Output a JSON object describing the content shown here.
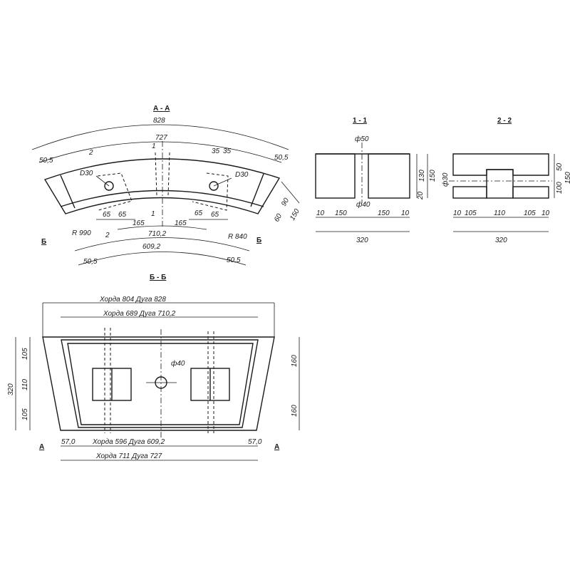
{
  "view_aa": {
    "title": "А - А",
    "dims": {
      "outer_arc": "828",
      "mid_arc": "727",
      "left_end": "50,5",
      "right_end": "50,5",
      "hole_left": "D30",
      "hole_right": "D30",
      "d35a": "35",
      "d35b": "35",
      "d65a": "65",
      "d65b": "65",
      "d65c": "65",
      "d65d": "65",
      "d165a": "165",
      "d165b": "165",
      "arc_710": "710,2",
      "arc_609": "609,2",
      "bot_left": "50,5",
      "bot_right": "50,5",
      "r_990": "R 990",
      "r_840": "R 840",
      "h90": "90",
      "h60": "60",
      "h150": "150"
    },
    "cut_1": "1",
    "cut_2": "2",
    "cut_1b": "1",
    "cut_2b": "2",
    "section_b_left": "Б",
    "section_b_right": "Б"
  },
  "section_11": {
    "title": "1 - 1",
    "d50": "ф50",
    "d40": "ф40",
    "h130": "130",
    "h150": "150",
    "h20": "20",
    "w10a": "10",
    "w150a": "150",
    "w150b": "150",
    "w10b": "10",
    "w320": "320"
  },
  "section_22": {
    "title": "2 - 2",
    "d30": "ф30",
    "h50": "50",
    "h100": "100",
    "h150": "150",
    "w10a": "10",
    "w105a": "105",
    "w110": "110",
    "w105b": "105",
    "w10b": "10",
    "w320": "320"
  },
  "view_bb": {
    "title": "Б - Б",
    "top_outer": "Хорда 804   Дуга 828",
    "top_inner": "Хорда 689   Дуга 710,2",
    "bot_inner": "Хорда 596   Дуга 609,2",
    "bot_outer": "Хорда 711   Дуга 727",
    "left_57": "57,0",
    "right_57": "57,0",
    "d40": "ф40",
    "h320": "320",
    "h105a": "105",
    "h110": "110",
    "h105b": "105",
    "h160a": "160",
    "h160b": "160",
    "section_a_left": "А",
    "section_a_right": "А"
  }
}
